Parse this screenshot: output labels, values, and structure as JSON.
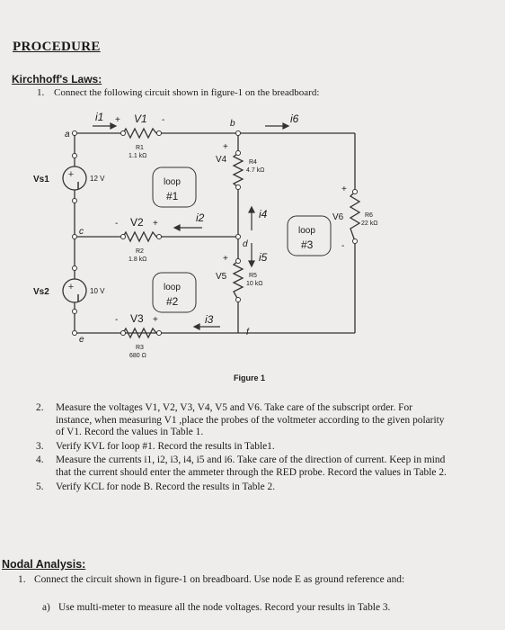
{
  "title": "PROCEDURE",
  "kirchhoff": {
    "heading": "Kirchhoff's Laws:",
    "step1_num": "1.",
    "step1_text": "Connect the following circuit shown in figure-1 on the breadboard:"
  },
  "figure": {
    "caption": "Figure 1",
    "labels": {
      "i1": "i1",
      "i2": "i2",
      "i3": "i3",
      "i4": "i4",
      "i5": "i5",
      "i6": "i6",
      "node_a": "a",
      "node_b": "b",
      "node_c": "c",
      "node_d": "d",
      "node_e": "e",
      "node_f": "f",
      "vs1": "Vs1",
      "vs1_value": "12 V",
      "vs2": "Vs2",
      "vs2_value": "10 V",
      "v1": "V1",
      "r1": "R1",
      "r1_value": "1.1 kΩ",
      "v2": "V2",
      "r2": "R2",
      "r2_value": "1.8 kΩ",
      "v3": "V3",
      "r3": "R3",
      "r3_value": "680 Ω",
      "v4": "V4",
      "r4": "R4",
      "r4_value": "4.7 kΩ",
      "v5": "V5",
      "r5": "R5",
      "r5_value": "10 kΩ",
      "v6": "V6",
      "r6": "R6",
      "r6_value": "22 kΩ",
      "loop1": "loop",
      "loop1_num": "#1",
      "loop2": "loop",
      "loop2_num": "#2",
      "loop3": "loop",
      "loop3_num": "#3",
      "plus": "+",
      "minus": "-"
    }
  },
  "steps": [
    {
      "num": "2.",
      "text": "Measure the voltages V1, V2, V3, V4, V5 and V6. Take care of the subscript order. For instance, when measuring V1 ,place the probes of the voltmeter according to the given polarity of V1. Record the values in Table 1."
    },
    {
      "num": "3.",
      "text": "Verify KVL for loop #1. Record the results in Table1."
    },
    {
      "num": "4.",
      "text": "Measure the currents i1, i2, i3, i4, i5 and i6. Take care of the direction of current. Keep in mind that the current should enter the ammeter through the RED probe. Record the values in Table 2."
    },
    {
      "num": "5.",
      "text": "Verify KCL for node B. Record the results in Table 2."
    }
  ],
  "nodal": {
    "heading": "Nodal Analysis:",
    "step1_num": "1.",
    "step1_text": "Connect the circuit shown in figure-1 on breadboard. Use node E as ground reference and:",
    "a_num": "a)",
    "a_text": "Use multi-meter to measure all the node voltages. Record your results in Table 3."
  }
}
